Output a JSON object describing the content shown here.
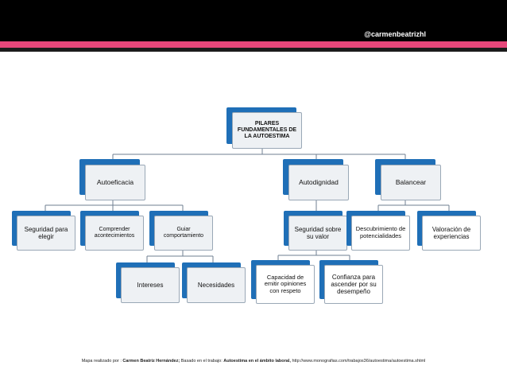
{
  "header": {
    "handle": "@carmenbeatrizhl"
  },
  "diagram": {
    "root": "PILARES FUNDAMENTALES DE LA AUTOESTIMA",
    "autoeficacia": "Autoeficacia",
    "autodignidad": "Autodignidad",
    "balancear": "Balancear",
    "seguridad_elegir": "Seguridad para elegir",
    "comprender": "Comprender acontecimientos",
    "guiar": "Guiar comportamiento",
    "intereses": "Intereses",
    "necesidades": "Necesidades",
    "seguridad_valor": "Seguridad sobre su valor",
    "capacidad": "Capacidad de emitir opiniones con respeto",
    "confianza": "Confianza para ascender por su desempeño",
    "descubrimiento": "Descubrimiento de potencialidades",
    "valoracion": "Valoración de experiencias"
  },
  "footer": {
    "prefix": "Mapa realizado por :",
    "author": "Carmen Beatriz Hernández;",
    "middle": "Basado en el trabajo:",
    "work": "Autoestima en el ámbito laboral,",
    "url": "http://www.monografias.com/trabajos36/autoestima/autoestima.shtml"
  },
  "colors": {
    "accent_back": "#1f6fb7",
    "stripe": "#e8477b",
    "box_fill": "#eef1f4"
  }
}
